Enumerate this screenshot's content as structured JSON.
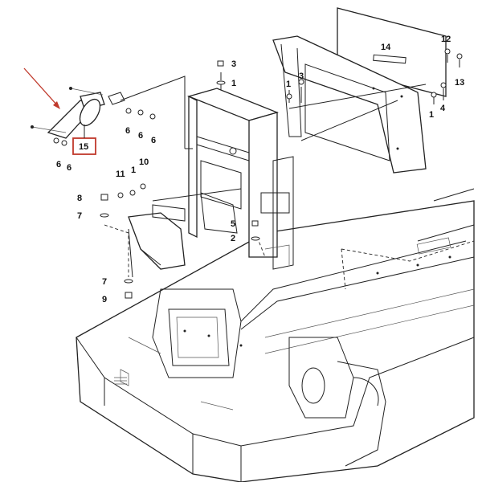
{
  "diagram": {
    "title": "Frame assembly exploded view",
    "highlight_color": "#c0392b",
    "arrow_color": "#c0392b",
    "callouts": {
      "c1a": "1",
      "c1b": "1",
      "c1c": "1",
      "c1d": "1",
      "c2": "2",
      "c3a": "3",
      "c3b": "3",
      "c4": "4",
      "c5": "5",
      "c6a": "6",
      "c6b": "6",
      "c6c": "6",
      "c6d": "6",
      "c6e": "6",
      "c7a": "7",
      "c7b": "7",
      "c8": "8",
      "c9": "9",
      "c10": "10",
      "c11": "11",
      "c12": "12",
      "c13": "13",
      "c14": "14",
      "c15": "15"
    }
  }
}
